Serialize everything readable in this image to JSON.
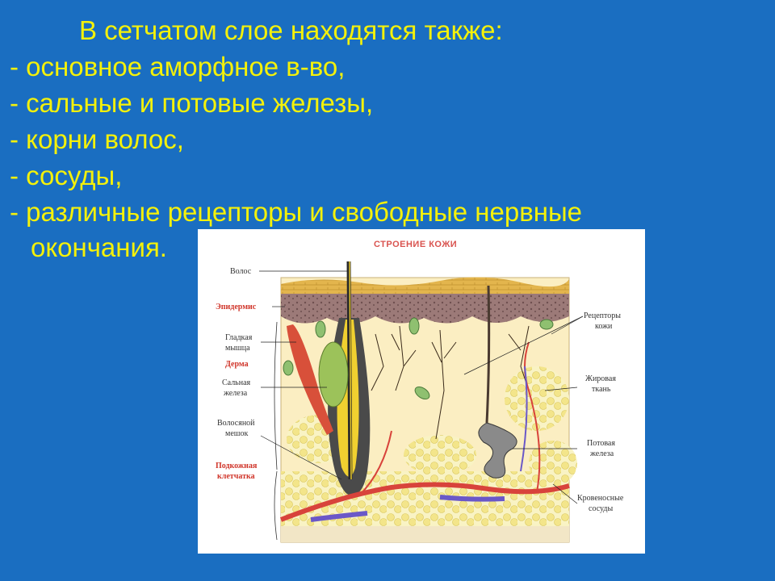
{
  "slide": {
    "heading": "В сетчатом слое находятся также:",
    "bullets": [
      "- основное аморфное  в-во,",
      "- сальные и потовые железы,",
      "- корни волос,",
      "- сосуды,",
      "- различные рецепторы и свободные нервные",
      "окончания."
    ]
  },
  "figure": {
    "title": "СТРОЕНИЕ КОЖИ",
    "labels_left": {
      "hair": "Волос",
      "epidermis": "Эпидермис",
      "smooth_muscle_1": "Гладкая",
      "smooth_muscle_2": "мышца",
      "dermis": "Дерма",
      "sebaceous_1": "Сальная",
      "sebaceous_2": "железа",
      "follicle_1": "Волосяной",
      "follicle_2": "мешок",
      "subcutis_1": "Подкожная",
      "subcutis_2": "клетчатка"
    },
    "labels_right": {
      "receptors_1": "Рецепторы",
      "receptors_2": "кожи",
      "fat_1": "Жировая",
      "fat_2": "ткань",
      "sweat_1": "Потовая",
      "sweat_2": "железа",
      "vessels_1": "Кровеносные",
      "vessels_2": "сосуды"
    },
    "colors": {
      "background": "#1a6ec1",
      "text": "#f4f10a",
      "dermis": "#fbeec2",
      "epidermis": "#8c6b6b",
      "stratum_corneum": "#e0b24a",
      "fat": "#f6ec9a",
      "vessel_red": "#d8433b",
      "vessel_blue": "#6a58c8"
    }
  }
}
